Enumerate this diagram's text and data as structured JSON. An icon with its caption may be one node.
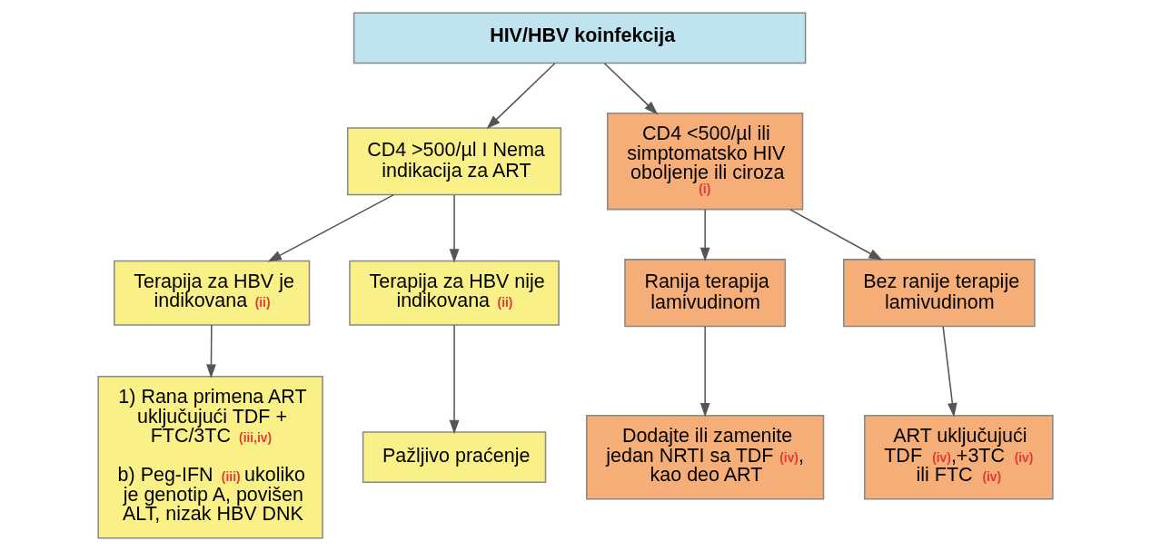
{
  "diagram": {
    "nodes": [
      {
        "text": [
          "HIV/HBV koinfekcija"
        ]
      },
      {
        "text": [
          "CD4 >500/µl I Nema indikacija za ART"
        ]
      },
      {
        "text": [
          "CD4 <500/µl ili simptomatsko HIV oboljenje ili ciroza $^{(i)}$"
        ]
      },
      {
        "text": [
          "Terapija za HBV je indikovana $^{(ii)}$"
        ]
      },
      {
        "text": [
          "Terapija za HBV nije indikovana $^{(ii)}$"
        ]
      },
      {
        "text": [
          "Ranija terapija lamivudinom"
        ]
      },
      {
        "text": [
          "Bez ranije terapije lamivudinom"
        ]
      },
      {
        "text": [
          "1) Rana primena ART uključujući TDF + FTC/3TC $^{(iii,iv)}$",
          "b) Peg-IFN $^{(iii)}$ ukoliko je genotip A, povišen ALT, nizak HBV DNK"
        ]
      },
      {
        "text": [
          "Pažljivo praćenje"
        ]
      },
      {
        "text": [
          "Dodajte ili zamenite jedan NRTI sa TDF $^{(iv)}$, kao deo ART"
        ]
      },
      {
        "text": [
          "ART uključujući TDF $^{(iv)}$,+3TC $^{(iv)}$ ili FTC $^{(iv)}$"
        ]
      }
    ],
    "edges": [
      {
        "from": 0,
        "to": 1,
        "arrow": "to"
      },
      {
        "from": 0,
        "to": 2,
        "arrow": "to"
      },
      {
        "from": 1,
        "to": 3,
        "arrow": "to"
      },
      {
        "from": 1,
        "to": 4,
        "arrow": "to"
      },
      {
        "from": 2,
        "to": 5,
        "arrow": "to"
      },
      {
        "from": 2,
        "to": 6,
        "arrow": "to"
      },
      {
        "from": 3,
        "to": 7,
        "arrow": "to"
      },
      {
        "from": 4,
        "to": 8,
        "arrow": "to"
      },
      {
        "from": 5,
        "to": 9,
        "arrow": "to"
      },
      {
        "from": 6,
        "to": 10,
        "arrow": "to"
      }
    ]
  }
}
